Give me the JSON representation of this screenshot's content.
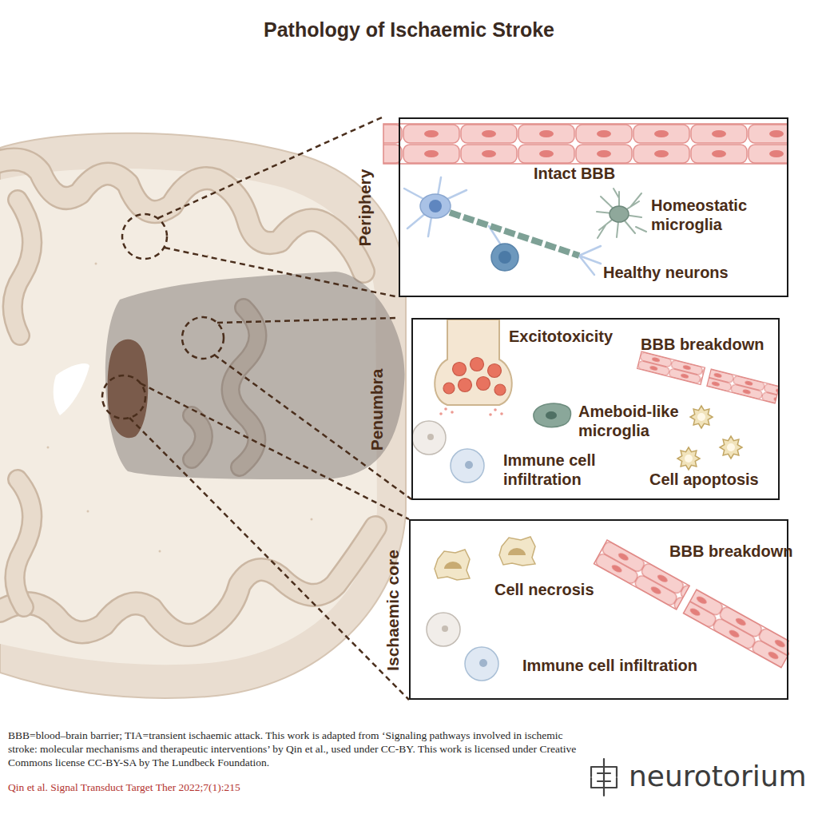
{
  "diagram": {
    "title": "Pathology of Ischaemic Stroke",
    "caption": "BBB=blood–brain barrier; TIA=transient ischaemic attack. This work is adapted from ‘Signaling pathways involved in ischemic stroke: molecular mechanisms and therapeutic interventions’ by Qin et al., used under CC-BY. This work is licensed under Creative Commons license CC-BY-SA by The Lundbeck Foundation.",
    "nodes": [
      {
        "text": [
          "Periphery",
          "Intact BBB",
          "Homeostatic microglia",
          "Healthy neurons"
        ]
      },
      {
        "text": [
          "Penumbra",
          "Excitotoxicity",
          "BBB breakdown",
          "Ameboid-like microglia",
          "Immune cell infiltration",
          "Cell apoptosis"
        ]
      },
      {
        "text": [
          "Ischaemic core",
          "BBB breakdown",
          "Cell necrosis",
          "Immune cell infiltration"
        ]
      }
    ],
    "labels": [
      "Qin et al. Signal Transduct Target Ther 2022;7(1):215",
      "neurotorium"
    ]
  }
}
